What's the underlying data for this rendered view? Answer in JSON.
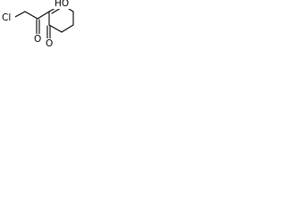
{
  "molecule": {
    "atoms": {
      "chlorine": "Cl",
      "hydroxyl": "HO",
      "side_chain_oxygen": "O",
      "ring_oxygen": "O"
    }
  }
}
